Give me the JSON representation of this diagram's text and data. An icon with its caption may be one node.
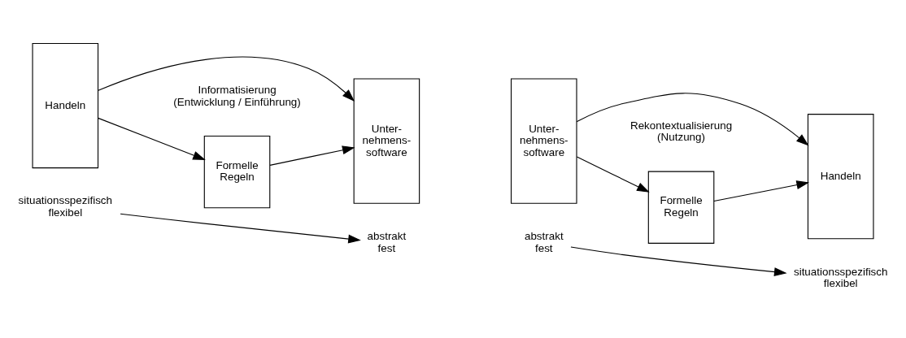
{
  "diagram": {
    "nodes": [
      {
        "text": [
          "Handeln"
        ]
      },
      {
        "text": [
          "Formelle Regeln"
        ]
      },
      {
        "text": [
          "Unter- nehmens- software"
        ]
      },
      {
        "text": [
          "Unter- nehmens- software"
        ]
      },
      {
        "text": [
          "Formelle Regeln"
        ]
      },
      {
        "text": [
          "Handeln"
        ]
      },
      {
        "text": [
          "situationsspezifisch flexibel"
        ]
      },
      {
        "text": [
          "abstrakt fest"
        ]
      },
      {
        "text": [
          "abstrakt fest"
        ]
      },
      {
        "text": [
          "situationsspezifisch flexibel"
        ]
      }
    ],
    "edges": [
      {
        "from": 0,
        "to": 2,
        "arrow": "to"
      },
      {
        "from": 0,
        "to": 1,
        "arrow": "to"
      },
      {
        "from": 1,
        "to": 2,
        "arrow": "to"
      },
      {
        "from": 3,
        "to": 5,
        "arrow": "to"
      },
      {
        "from": 3,
        "to": 4,
        "arrow": "to"
      },
      {
        "from": 4,
        "to": 5,
        "arrow": "to"
      },
      {
        "from": 6,
        "to": 7,
        "arrow": "to"
      },
      {
        "from": 8,
        "to": 9,
        "arrow": "to"
      }
    ],
    "labels": [
      "Informatisierung (Entwicklung / Einführung)",
      "Rekontextualisierung (Nutzung)"
    ]
  }
}
